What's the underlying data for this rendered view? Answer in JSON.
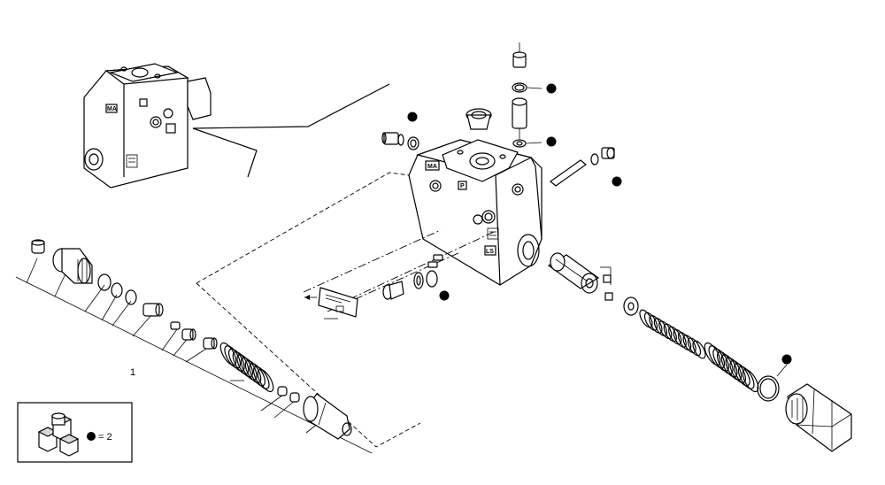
{
  "diagram": {
    "part_number": "1",
    "block_markings": {
      "ma": "MA",
      "p": "P",
      "ls": "LS"
    },
    "legend": {
      "equals_text": "= 2",
      "icon": "kit-cubes-icon",
      "marker_icon": "filled-dot-icon"
    }
  }
}
